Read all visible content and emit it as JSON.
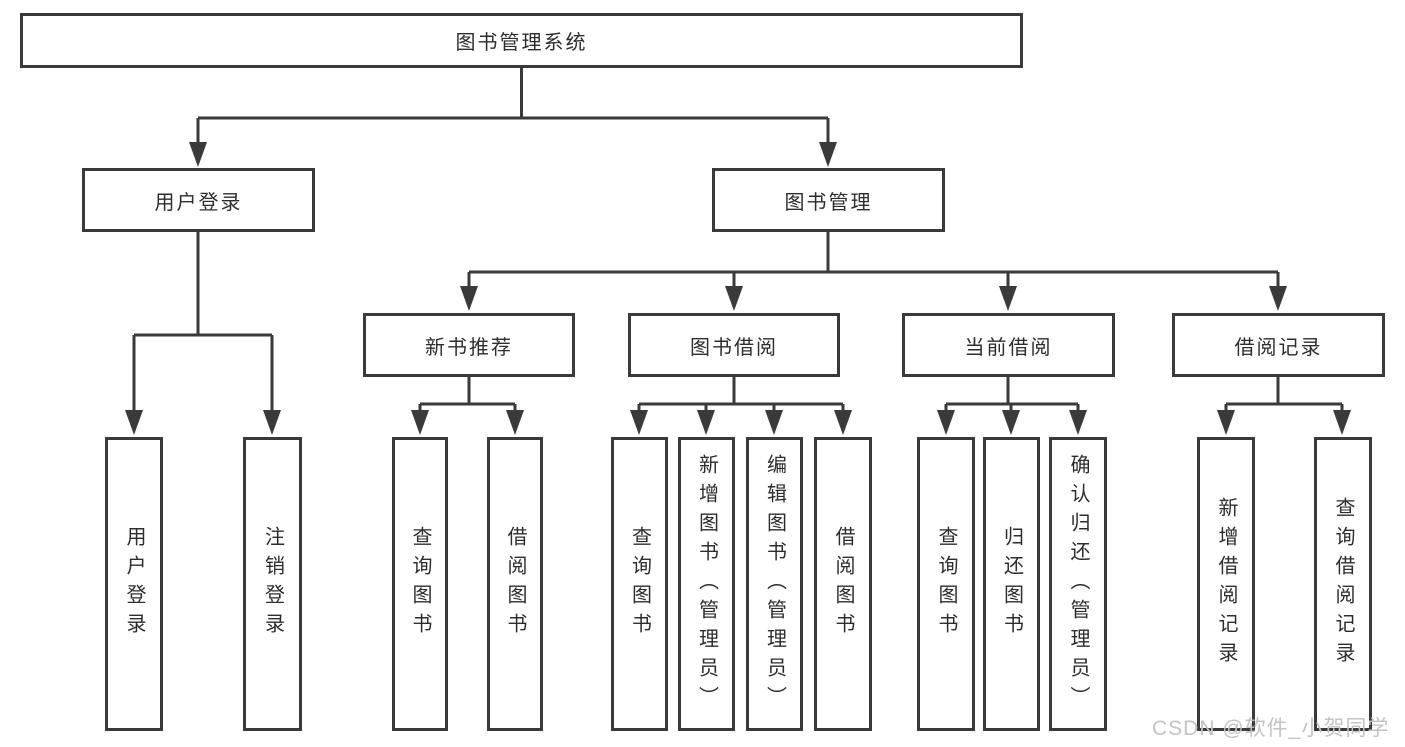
{
  "tree": {
    "root": {
      "label": "图书管理系统"
    },
    "branches": [
      {
        "label": "用户登录",
        "children": [
          {
            "label": "用户登录"
          },
          {
            "label": "注销登录"
          }
        ]
      },
      {
        "label": "图书管理",
        "children": [
          {
            "label": "新书推荐",
            "children": [
              {
                "label": "查询图书"
              },
              {
                "label": "借阅图书"
              }
            ]
          },
          {
            "label": "图书借阅",
            "children": [
              {
                "label": "查询图书"
              },
              {
                "label": "新增图书（管理员）"
              },
              {
                "label": "编辑图书（管理员）"
              },
              {
                "label": "借阅图书"
              }
            ]
          },
          {
            "label": "当前借阅",
            "children": [
              {
                "label": "查询图书"
              },
              {
                "label": "归还图书"
              },
              {
                "label": "确认归还（管理员）"
              }
            ]
          },
          {
            "label": "借阅记录",
            "children": [
              {
                "label": "新增借阅记录"
              },
              {
                "label": "查询借阅记录"
              }
            ]
          }
        ]
      }
    ]
  },
  "watermark": {
    "text": "CSDN @软件_小贺同学"
  },
  "colors": {
    "line": "#3a3a3a",
    "text": "#2d2d2d",
    "watermark": "#c3c3c3",
    "background": "#ffffff"
  }
}
